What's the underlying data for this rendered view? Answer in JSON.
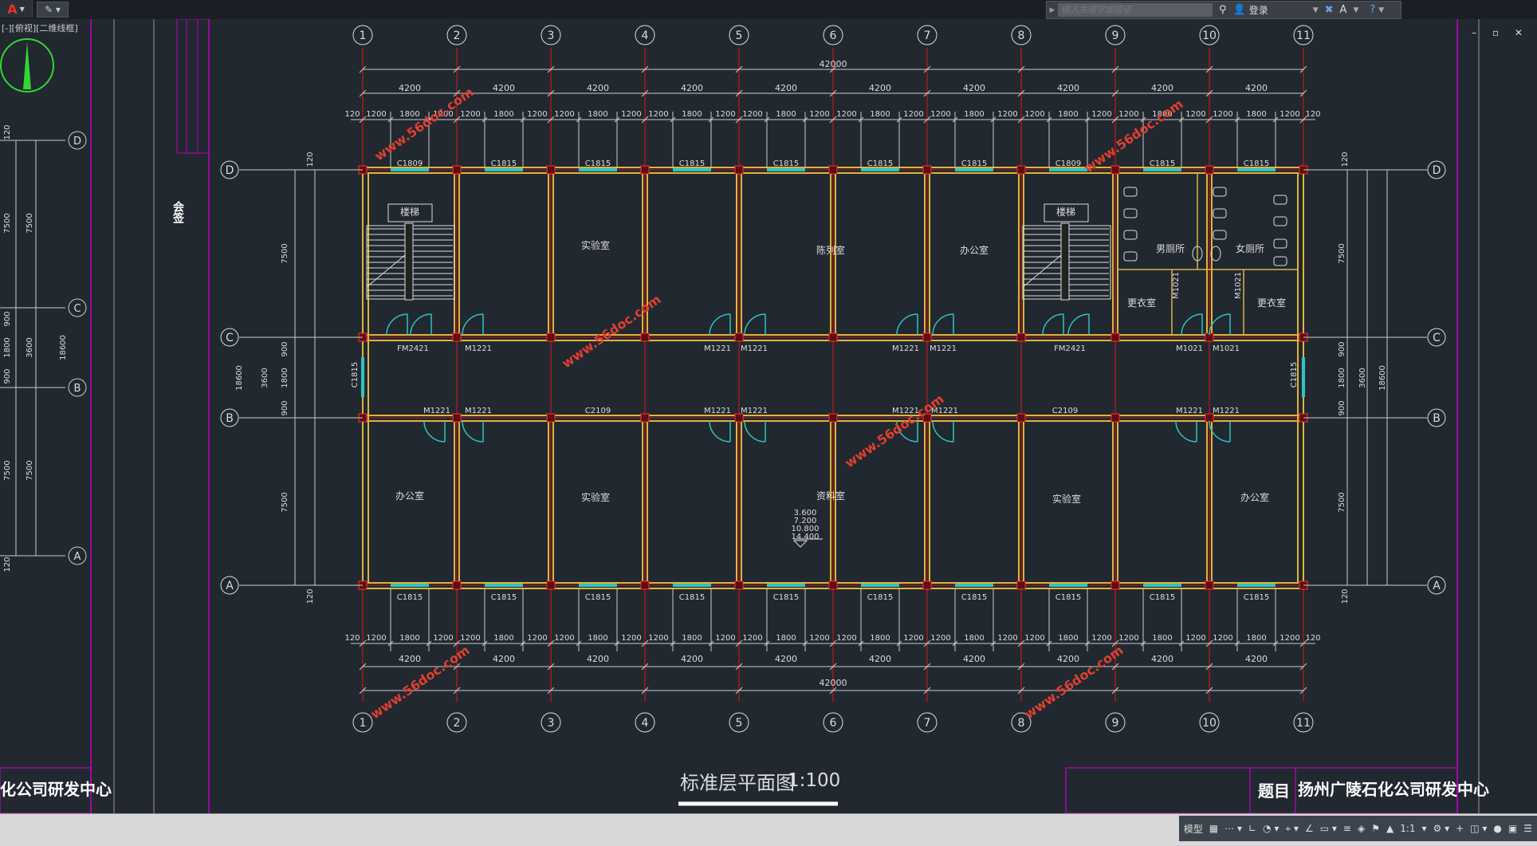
{
  "app": {
    "logo_letter": "A",
    "view_label": "[-][俯视][二维线框]"
  },
  "search": {
    "placeholder": "键入关键字或短语",
    "login_label": "登录"
  },
  "drawing": {
    "title": "标准层平面图",
    "scale": "1:100",
    "project_title_label": "题目",
    "project_name": "扬州广陵石化公司研发中心",
    "left_sheet_name": "化公司研发中心",
    "left_vertical_text": "会签",
    "axis_numbers": [
      "1",
      "2",
      "3",
      "4",
      "5",
      "6",
      "7",
      "8",
      "9",
      "10",
      "11"
    ],
    "axis_letters": [
      "D",
      "C",
      "B",
      "A"
    ],
    "overall_length": "42000",
    "bay_width": "4200",
    "sub_dims": [
      "120",
      "1200",
      "1800",
      "1200"
    ],
    "vertical_dims": [
      "7500",
      "900",
      "1800",
      "900",
      "7500",
      "120",
      "3600",
      "18600"
    ],
    "rooms": [
      "楼梯",
      "实验室",
      "陈列室",
      "办公室",
      "楼梯",
      "男厕所",
      "女厕所",
      "更衣室",
      "更衣室",
      "办公室",
      "实验室",
      "资料室",
      "实验室",
      "办公室"
    ],
    "window_label": "C1815",
    "window_top_labels": [
      "C1809",
      "C1815",
      "C1815",
      "C1815",
      "C1815",
      "C1815",
      "C1815",
      "C1809",
      "C1815",
      "C1815"
    ],
    "corridor_window": "C2109",
    "doors": [
      "FM2421",
      "M1221",
      "M1221",
      "M1221",
      "M1221",
      "M1221",
      "FM2421",
      "M1021",
      "M1021",
      "M1021",
      "M1021"
    ],
    "elevations": [
      "3.600",
      "7.200",
      "10.800",
      "14.400"
    ],
    "watermark": "www.56doc.com"
  },
  "statusbar": {
    "model_tab": "模型",
    "scale": "1:1"
  }
}
